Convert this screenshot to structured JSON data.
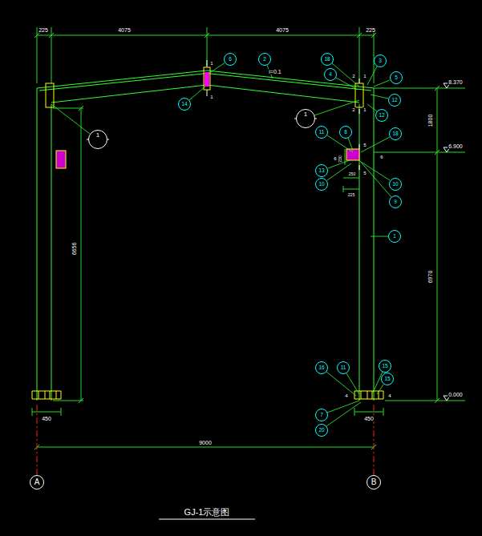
{
  "diagram": {
    "title": "GJ-1示意图",
    "nodes": [
      {
        "text": [
          "6"
        ]
      },
      {
        "text": [
          "2"
        ]
      },
      {
        "text": [
          "18"
        ]
      },
      {
        "text": [
          "3"
        ]
      },
      {
        "text": [
          "4"
        ]
      },
      {
        "text": [
          "5"
        ]
      },
      {
        "text": [
          "12"
        ]
      },
      {
        "text": [
          "14"
        ]
      },
      {
        "text": [
          "12"
        ]
      },
      {
        "text": [
          "1"
        ]
      },
      {
        "text": [
          "1"
        ]
      },
      {
        "text": [
          "11"
        ]
      },
      {
        "text": [
          "8"
        ]
      },
      {
        "text": [
          "18"
        ]
      },
      {
        "text": [
          "13"
        ]
      },
      {
        "text": [
          "10"
        ]
      },
      {
        "text": [
          "10"
        ]
      },
      {
        "text": [
          "9"
        ]
      },
      {
        "text": [
          "1"
        ]
      },
      {
        "text": [
          "16"
        ]
      },
      {
        "text": [
          "11"
        ]
      },
      {
        "text": [
          "15"
        ]
      },
      {
        "text": [
          "15"
        ]
      },
      {
        "text": [
          "7"
        ]
      },
      {
        "text": [
          "20"
        ]
      },
      {
        "text": [
          "A"
        ]
      },
      {
        "text": [
          "B"
        ]
      }
    ],
    "labels": [
      "225",
      "4075",
      "4075",
      "225",
      "i=0.1",
      "1",
      "1",
      "2",
      "1",
      "2",
      "1",
      "8.370",
      "1800",
      "6.900",
      "5",
      "5",
      "6",
      "6",
      "230",
      "250",
      "225",
      "6656",
      "6970",
      "4",
      "4",
      "0.000",
      "450",
      "450",
      "9000"
    ]
  }
}
